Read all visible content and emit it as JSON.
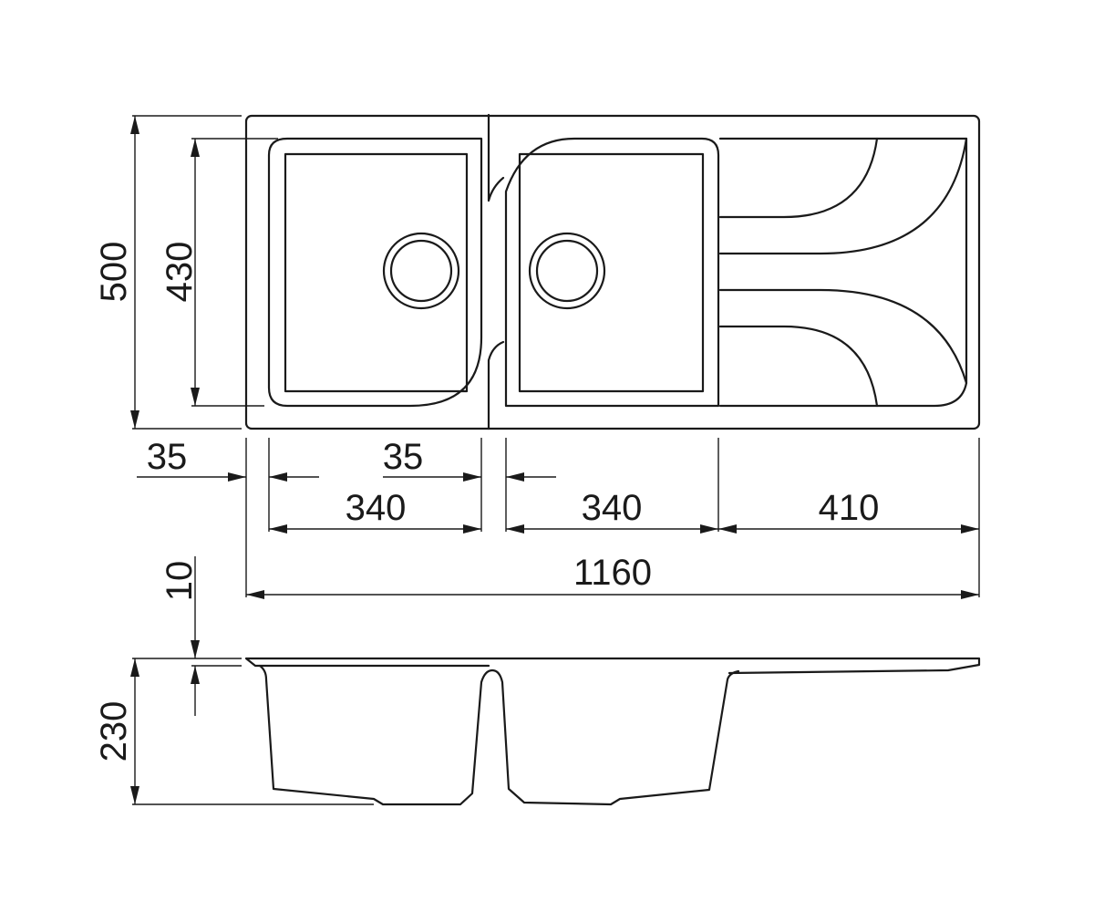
{
  "dimensions": {
    "total_height": "500",
    "bowl_height": "430",
    "left_margin": "35",
    "bowl_gap": "35",
    "bowl1_width": "340",
    "bowl2_width": "340",
    "drainer_width": "410",
    "total_width": "1160",
    "rim_thickness": "10",
    "depth": "230"
  }
}
